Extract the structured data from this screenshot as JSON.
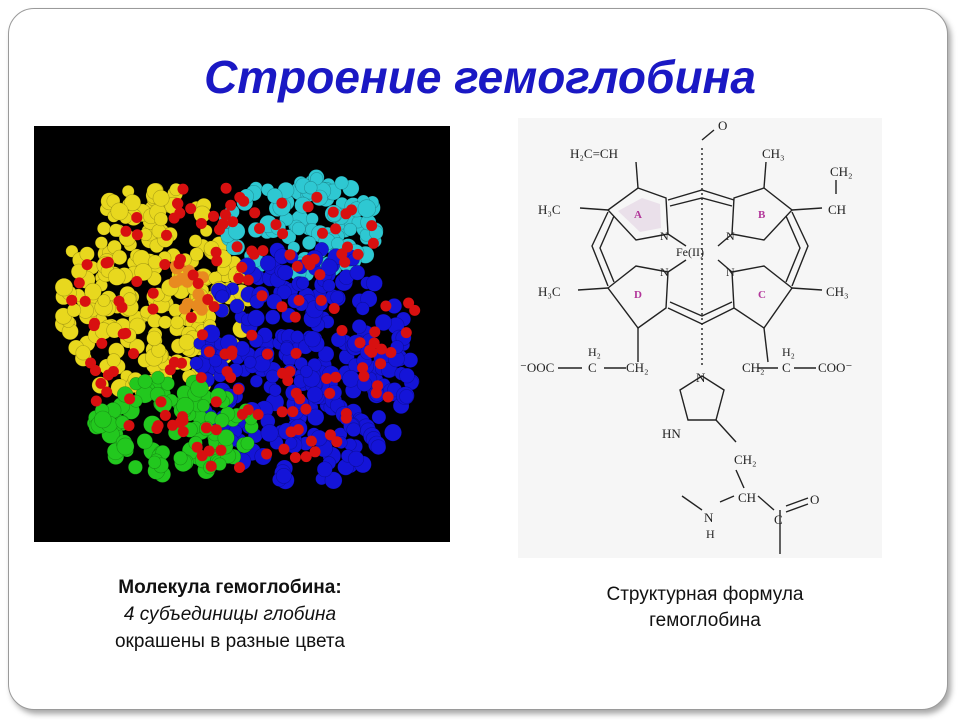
{
  "slide": {
    "title": "Строение гемоглобина"
  },
  "left_caption": {
    "bold": "Молекула гемоглобина:",
    "italic": "4 субъединицы глобина",
    "normal": "окрашены в разные цвета"
  },
  "right_caption": {
    "line1": "Структурная формула",
    "line2": "гемоглобина"
  },
  "molecule_colors": {
    "yellow": "#e8d81e",
    "cyan": "#2ec8d2",
    "blue": "#1414d8",
    "green": "#22c81e",
    "red": "#d81010",
    "orange": "#e88a20",
    "background": "#000000"
  },
  "formula_labels": {
    "o_top": "O",
    "h2c_ch": "H₂C=CH",
    "ch3_top": "CH₃",
    "ch2_vinyl": "CH₂",
    "ch_vinyl": "CH",
    "h3c_left": "H₃C",
    "ring_a": "A",
    "ring_b": "B",
    "ring_c": "C",
    "ring_d": "D",
    "n": "N",
    "fe": "Fe(II)",
    "h3c_left2": "H₃C",
    "ch3_right": "CH₃",
    "ooc_left": "⁻OOC",
    "c_left": "C",
    "h2_left": "H₂",
    "ch2_left": "CH₂",
    "ch2_right": "CH₂",
    "c_right": "C",
    "h2_right": "H₂",
    "coo_right": "COO⁻",
    "hn": "HN",
    "n_imid": "N",
    "ch2_his": "CH₂",
    "ch_his": "CH",
    "n_amide": "N",
    "h_amide": "H",
    "c_carbonyl": "C",
    "o_carbonyl": "O"
  }
}
